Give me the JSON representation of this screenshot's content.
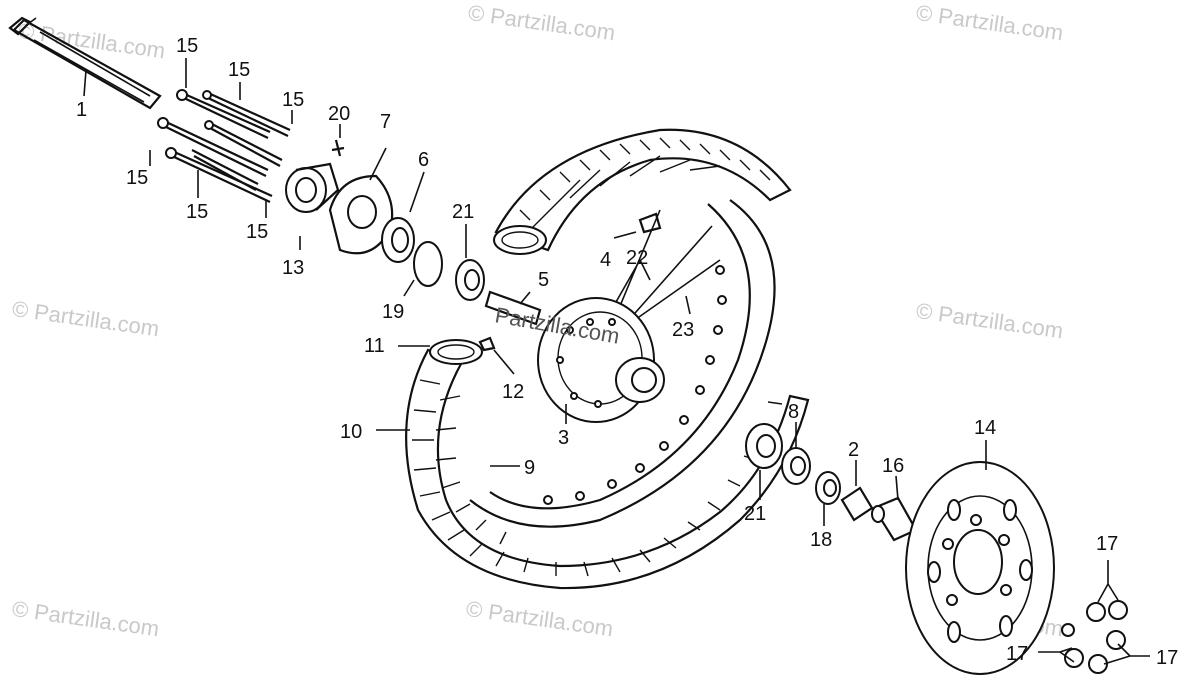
{
  "watermark": {
    "text": "© Partzilla.com",
    "center_text": "Partzilla.com"
  },
  "parts": {
    "p1": "1",
    "p2": "2",
    "p3": "3",
    "p4": "4",
    "p5": "5",
    "p6": "6",
    "p7": "7",
    "p8": "8",
    "p9": "9",
    "p10": "10",
    "p11": "11",
    "p12": "12",
    "p13": "13",
    "p14": "14",
    "p15": "15",
    "p16": "16",
    "p17": "17",
    "p18": "18",
    "p19": "19",
    "p20": "20",
    "p21": "21",
    "p22": "22",
    "p23": "23"
  }
}
